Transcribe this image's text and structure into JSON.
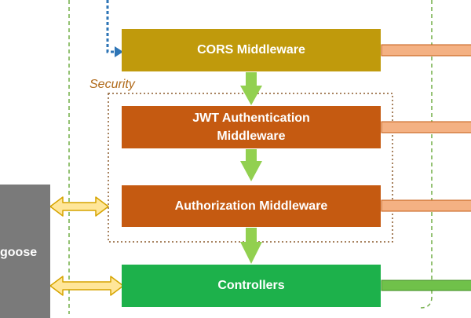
{
  "diagram": {
    "group_label": "Security",
    "external_box_label": "goose",
    "middleware": [
      {
        "id": "cors",
        "label": "CORS Middleware",
        "color": "#c09a0c"
      },
      {
        "id": "jwt",
        "label": "JWT Authentication\nMiddleware",
        "color": "#c55a11"
      },
      {
        "id": "authz",
        "label": "Authorization Middleware",
        "color": "#c55a11"
      },
      {
        "id": "controllers",
        "label": "Controllers",
        "color": "#1db14b"
      }
    ],
    "colors": {
      "flow_arrow": "#92d050",
      "container_border": "#70ad47",
      "security_border": "#8b5a2b",
      "dotted_arrow": "#2e75b6",
      "side_arrow_orange": "#f4b183",
      "side_arrow_green": "#70c14a",
      "double_arrow_fill": "#ffe699",
      "double_arrow_stroke": "#d6a400",
      "external_box": "#7a7a7a"
    }
  }
}
